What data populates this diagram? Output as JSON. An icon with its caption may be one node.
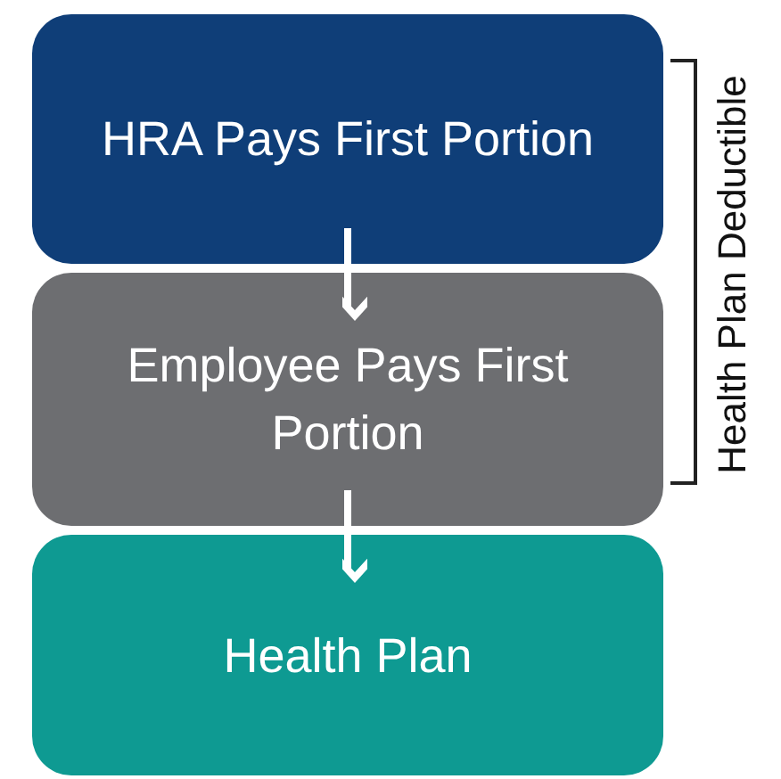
{
  "diagram": {
    "nodes": [
      {
        "text": [
          "HRA Pays First Portion"
        ]
      },
      {
        "text": [
          "Employee Pays First Portion"
        ]
      },
      {
        "text": [
          "Health Plan"
        ]
      }
    ],
    "edges": [
      {
        "from": 0,
        "to": 1,
        "arrow": "to"
      },
      {
        "from": 1,
        "to": 2,
        "arrow": "to"
      }
    ],
    "labels": [
      "Health Plan Deductible"
    ]
  }
}
